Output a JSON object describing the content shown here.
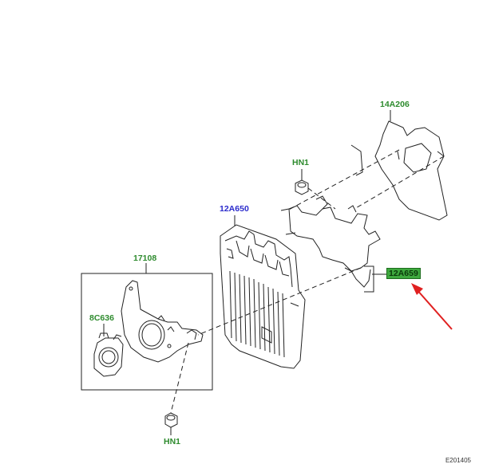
{
  "callouts": {
    "bracket_top": "14A206",
    "nut_top": "HN1",
    "ecm_module": "12A650",
    "bracket_assembly_box": "17108",
    "sensor": "8C636",
    "bracket_highlighted": "12A659",
    "nut_bottom": "HN1"
  },
  "colors": {
    "callout_green": "#2e8b2e",
    "callout_blue": "#2b2bcc",
    "highlight_fill": "#3ea83e",
    "arrow_red": "#e02020"
  },
  "footer": {
    "figure_id": "E201405"
  }
}
